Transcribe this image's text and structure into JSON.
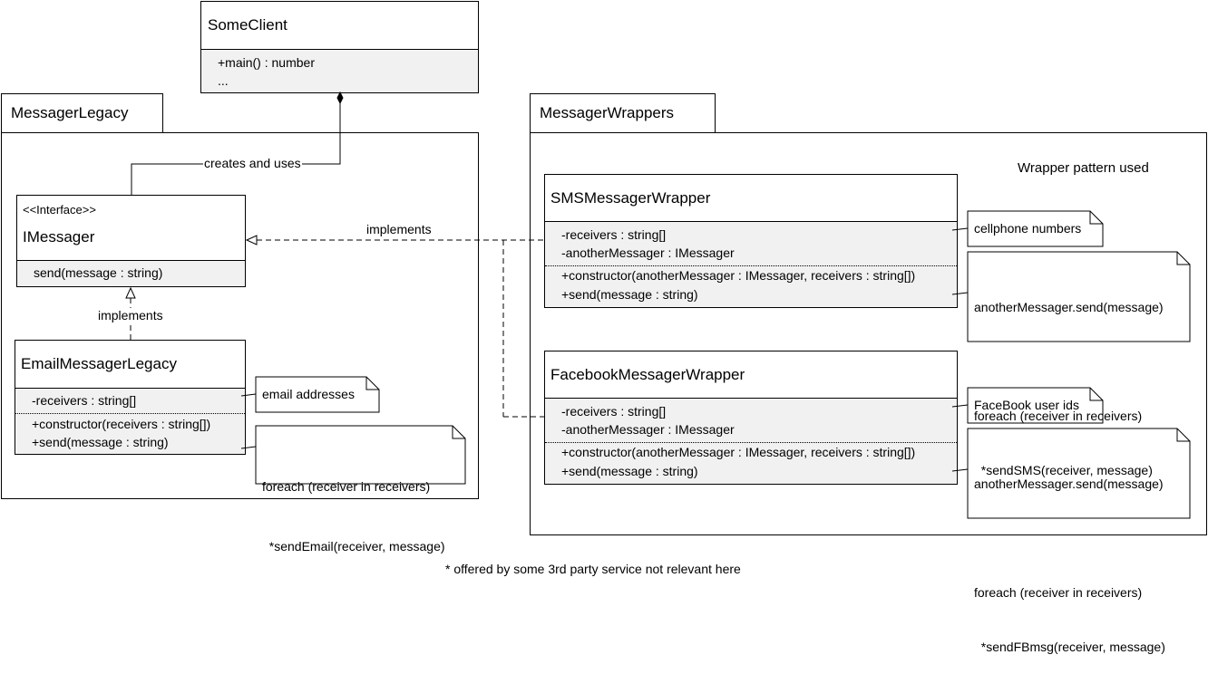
{
  "packages": {
    "legacy": {
      "name": "MessagerLegacy"
    },
    "wrappers": {
      "name": "MessagerWrappers",
      "caption": "Wrapper pattern used"
    }
  },
  "classes": {
    "some_client": {
      "name": "SomeClient",
      "members": [
        "+main() : number",
        "..."
      ]
    },
    "imessager": {
      "stereotype": "<<Interface>>",
      "name": "IMessager",
      "members": [
        "send(message : string)"
      ]
    },
    "email": {
      "name": "EmailMessagerLegacy",
      "attributes": [
        "-receivers : string[]"
      ],
      "operations": [
        "+constructor(receivers : string[])",
        "+send(message : string)"
      ]
    },
    "sms": {
      "name": "SMSMessagerWrapper",
      "attributes": [
        "-receivers : string[]",
        "-anotherMessager : IMessager"
      ],
      "operations": [
        "+constructor(anotherMessager : IMessager, receivers : string[])",
        "+send(message : string)"
      ]
    },
    "facebook": {
      "name": "FacebookMessagerWrapper",
      "attributes": [
        "-receivers : string[]",
        "-anotherMessager : IMessager"
      ],
      "operations": [
        "+constructor(anotherMessager : IMessager, receivers : string[])",
        "+send(message : string)"
      ]
    }
  },
  "relations": {
    "creates_uses": "creates and uses",
    "implements_legacy": "implements",
    "implements_wrappers": "implements"
  },
  "notes": {
    "email_addresses": [
      "email addresses"
    ],
    "email_send": [
      "foreach (receiver in receivers)",
      "  *sendEmail(receiver, message)"
    ],
    "cellphone": [
      "cellphone numbers"
    ],
    "sms_send": [
      "anotherMessager.send(message)",
      "",
      "foreach (receiver in receivers)",
      "  *sendSMS(receiver, message)"
    ],
    "fb_ids": [
      "FaceBook user ids"
    ],
    "fb_send": [
      "anotherMessager.send(message)",
      "",
      "foreach (receiver in receivers)",
      "  *sendFBmsg(receiver, message)"
    ]
  },
  "footnote": "* offered by some 3rd party service not relevant here"
}
